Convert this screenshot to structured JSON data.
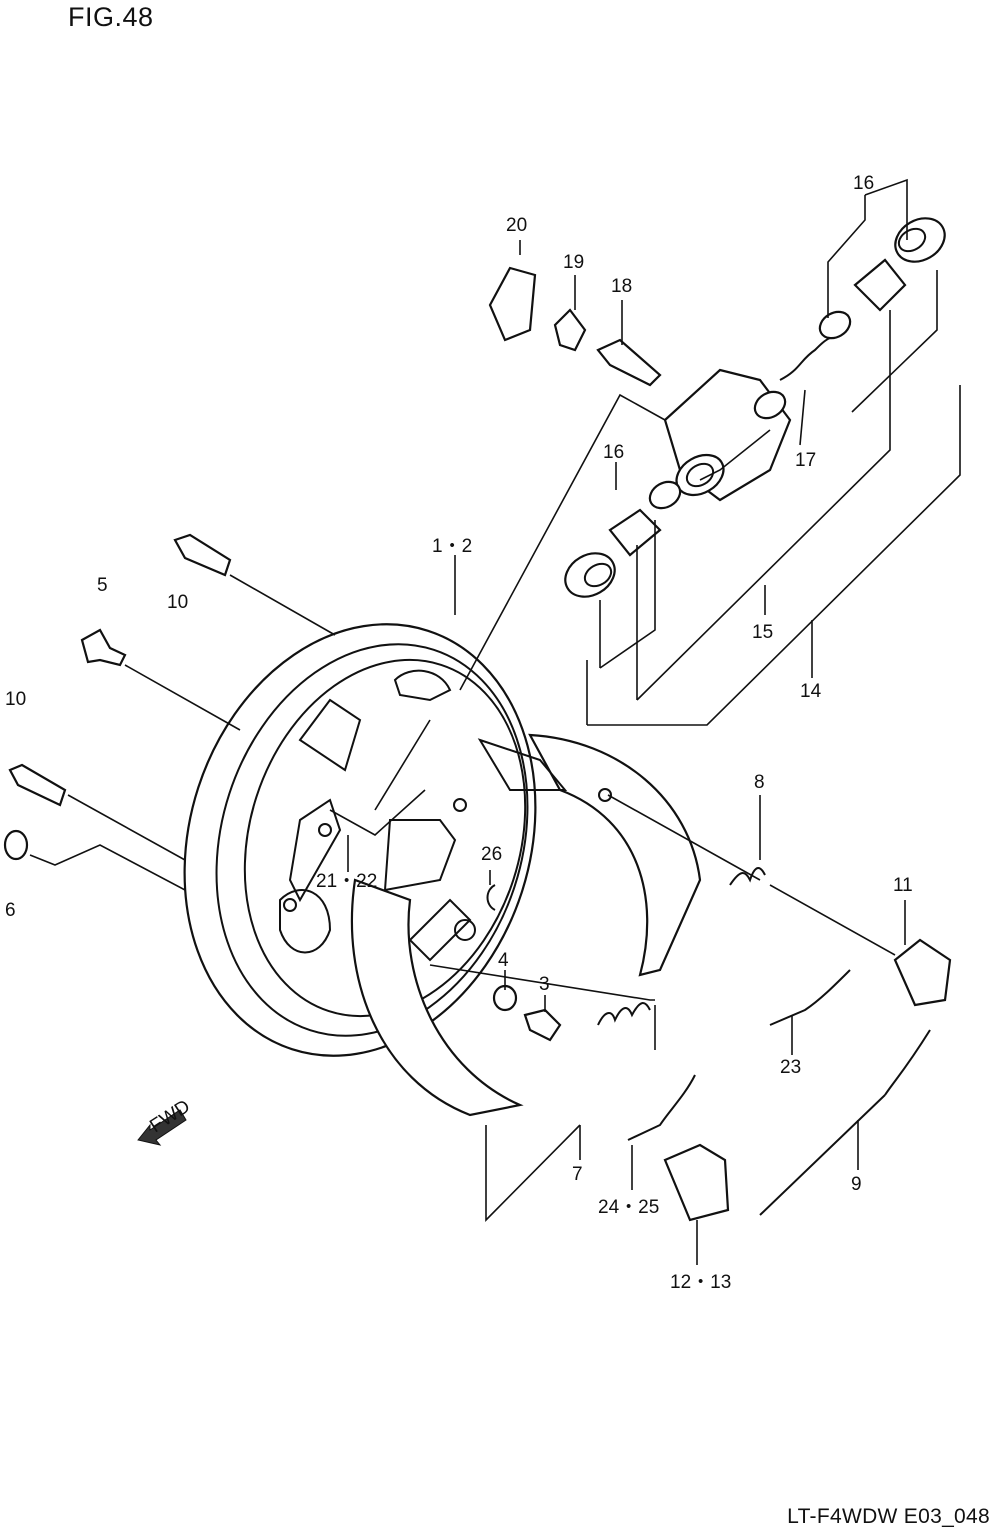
{
  "figure_title": "FIG.48",
  "drawing_code": "LT-F4WDW E03_048",
  "fwd_label": "FWD",
  "callouts": [
    {
      "id": "c1-2",
      "text": "1・2"
    },
    {
      "id": "c3",
      "text": "3"
    },
    {
      "id": "c4",
      "text": "4"
    },
    {
      "id": "c5",
      "text": "5"
    },
    {
      "id": "c6",
      "text": "6"
    },
    {
      "id": "c7",
      "text": "7"
    },
    {
      "id": "c8",
      "text": "8"
    },
    {
      "id": "c9",
      "text": "9"
    },
    {
      "id": "c10a",
      "text": "10"
    },
    {
      "id": "c10b",
      "text": "10"
    },
    {
      "id": "c11",
      "text": "11"
    },
    {
      "id": "c12-13",
      "text": "12・13"
    },
    {
      "id": "c14",
      "text": "14"
    },
    {
      "id": "c15",
      "text": "15"
    },
    {
      "id": "c16a",
      "text": "16"
    },
    {
      "id": "c16b",
      "text": "16"
    },
    {
      "id": "c17",
      "text": "17"
    },
    {
      "id": "c18",
      "text": "18"
    },
    {
      "id": "c19",
      "text": "19"
    },
    {
      "id": "c20",
      "text": "20"
    },
    {
      "id": "c21-22",
      "text": "21・22"
    },
    {
      "id": "c23",
      "text": "23"
    },
    {
      "id": "c24-25",
      "text": "24・25"
    },
    {
      "id": "c26",
      "text": "26"
    }
  ]
}
